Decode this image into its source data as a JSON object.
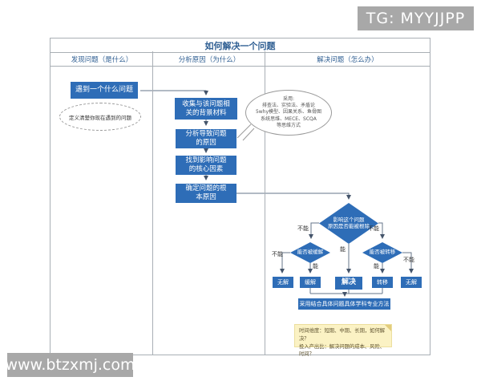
{
  "badge": {
    "text": "TG: MYYJJPP"
  },
  "watermark": {
    "text": "www.btzxmj.com"
  },
  "colors": {
    "node_blue": "#2e6db7",
    "heading_blue": "#2e5e92",
    "connector_gray": "#64748a",
    "note_yellow": "#fbf2c4",
    "overlay_gray": "#a8a8a8"
  },
  "table": {
    "title": "如何解决一个问题",
    "columns": [
      "发现问题（是什么）",
      "分析原因（为什么）",
      "解决问题（怎么办）"
    ]
  },
  "discover": {
    "start_box": "遇到一个什么问题",
    "definition_ellipse": "定义清楚你现在遇到的问题"
  },
  "analyze": {
    "steps": [
      "收集与该问题相\n关的背景材料",
      "分析导致问题\n的原因",
      "找到影响问题\n的核心因素",
      "确定问题的根\n本原因"
    ],
    "methods_bubble": "采用:\n排查法、实验法、矛盾论\n5why模型、因果关系、鱼骨图\n系统思维、MECE、SCQA\n等思维方式"
  },
  "solve": {
    "root_decision": "影响这个问题\n原因是否能被根除",
    "mitigate_decision": "能否被缓解",
    "transfer_decision": "能否被转移",
    "labels": {
      "root_left_no": "不能",
      "root_right_no": "不能",
      "root_down_yes": "能",
      "mitigate_left_no": "不能",
      "mitigate_down_yes": "能",
      "transfer_down_yes": "能",
      "transfer_right_no": "不能"
    },
    "outcomes": [
      "无解",
      "缓解",
      "解决",
      "转移",
      "无解"
    ],
    "method_box": "采用结合具体问题具体学科专业方法",
    "note_lines": [
      "时间维度：短期、中期、长期，如何解决？",
      "投入产出比：解决问题的成本、风险、时间？"
    ]
  }
}
